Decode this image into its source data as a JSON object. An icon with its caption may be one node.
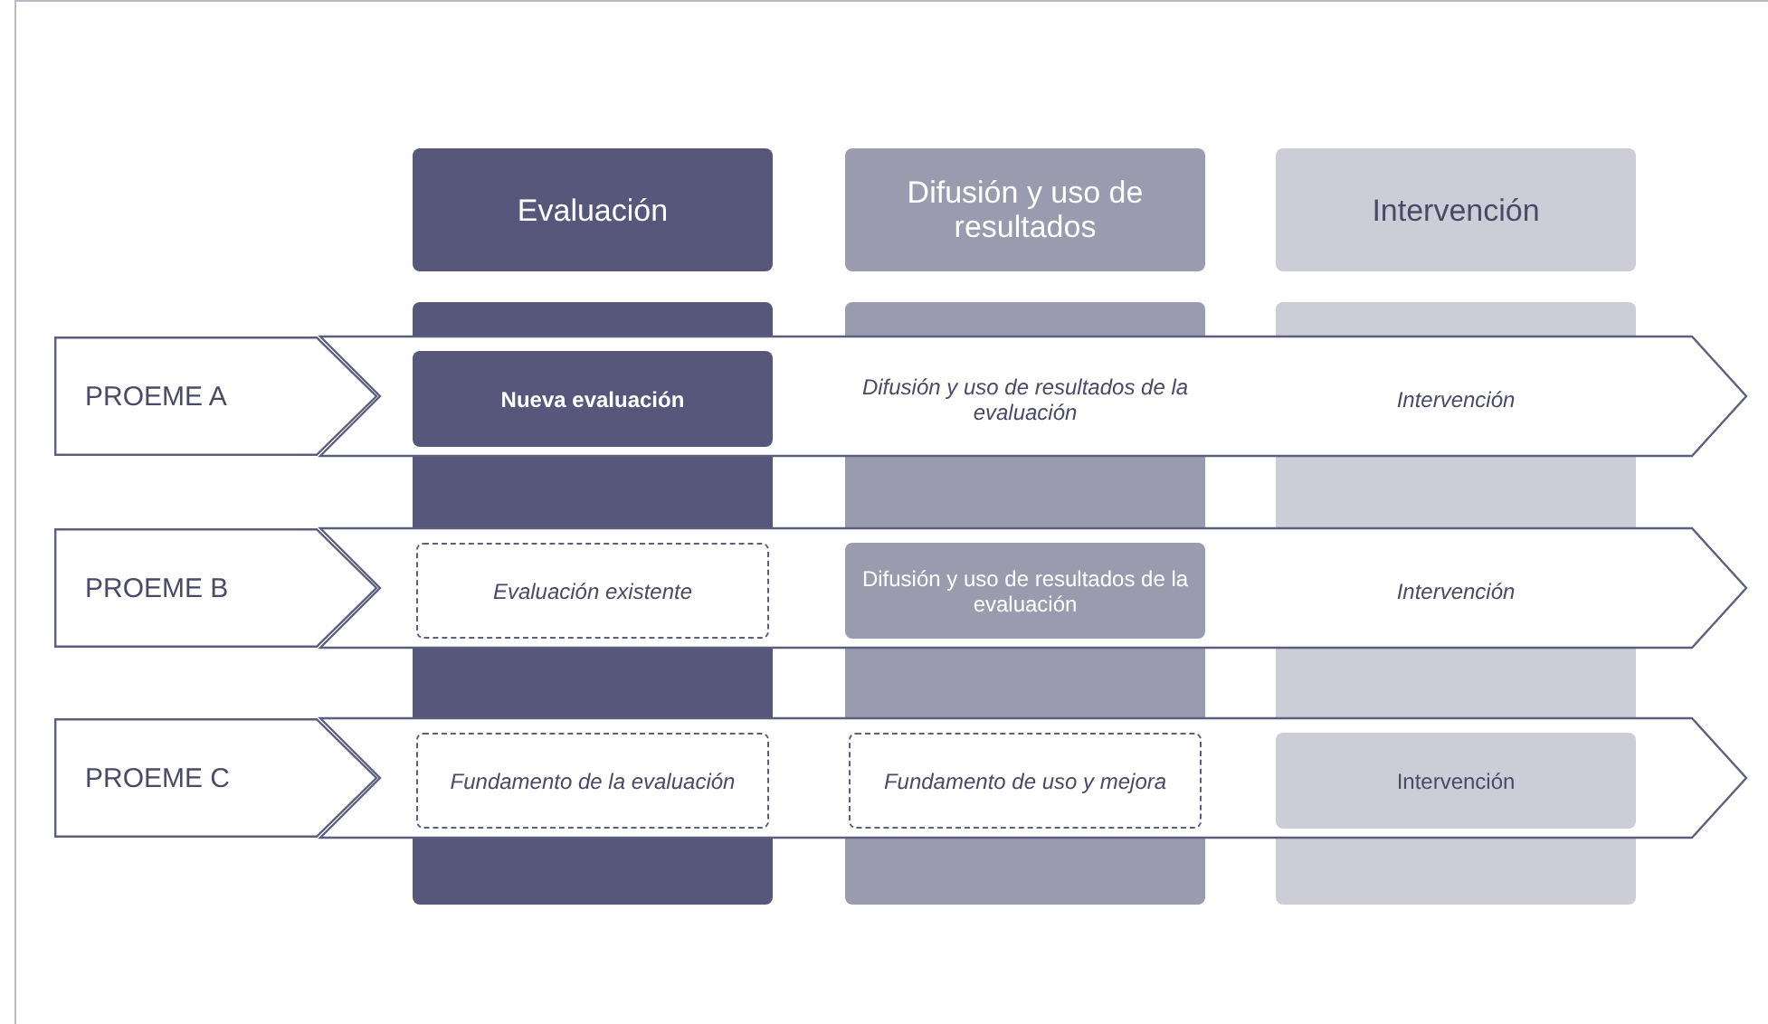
{
  "diagram": {
    "nodes": [
      {
        "text": [
          "Evaluación"
        ]
      },
      {
        "text": [
          "Difusión y uso de resultados"
        ]
      },
      {
        "text": [
          "Intervención"
        ]
      },
      {
        "text": [
          "PROEME A"
        ]
      },
      {
        "text": [
          "Nueva evaluación"
        ]
      },
      {
        "text": [
          "Difusión y uso de resultados de la evaluación"
        ]
      },
      {
        "text": [
          "Intervención"
        ]
      },
      {
        "text": [
          "PROEME B"
        ]
      },
      {
        "text": [
          "Evaluación existente"
        ]
      },
      {
        "text": [
          "Difusión y uso de resultados de la evaluación"
        ]
      },
      {
        "text": [
          "Intervención"
        ]
      },
      {
        "text": [
          "PROEME C"
        ]
      },
      {
        "text": [
          "Fundamento de la evaluación"
        ]
      },
      {
        "text": [
          "Fundamento de uso y mejora"
        ]
      },
      {
        "text": [
          "Intervención"
        ]
      }
    ],
    "edges": []
  }
}
